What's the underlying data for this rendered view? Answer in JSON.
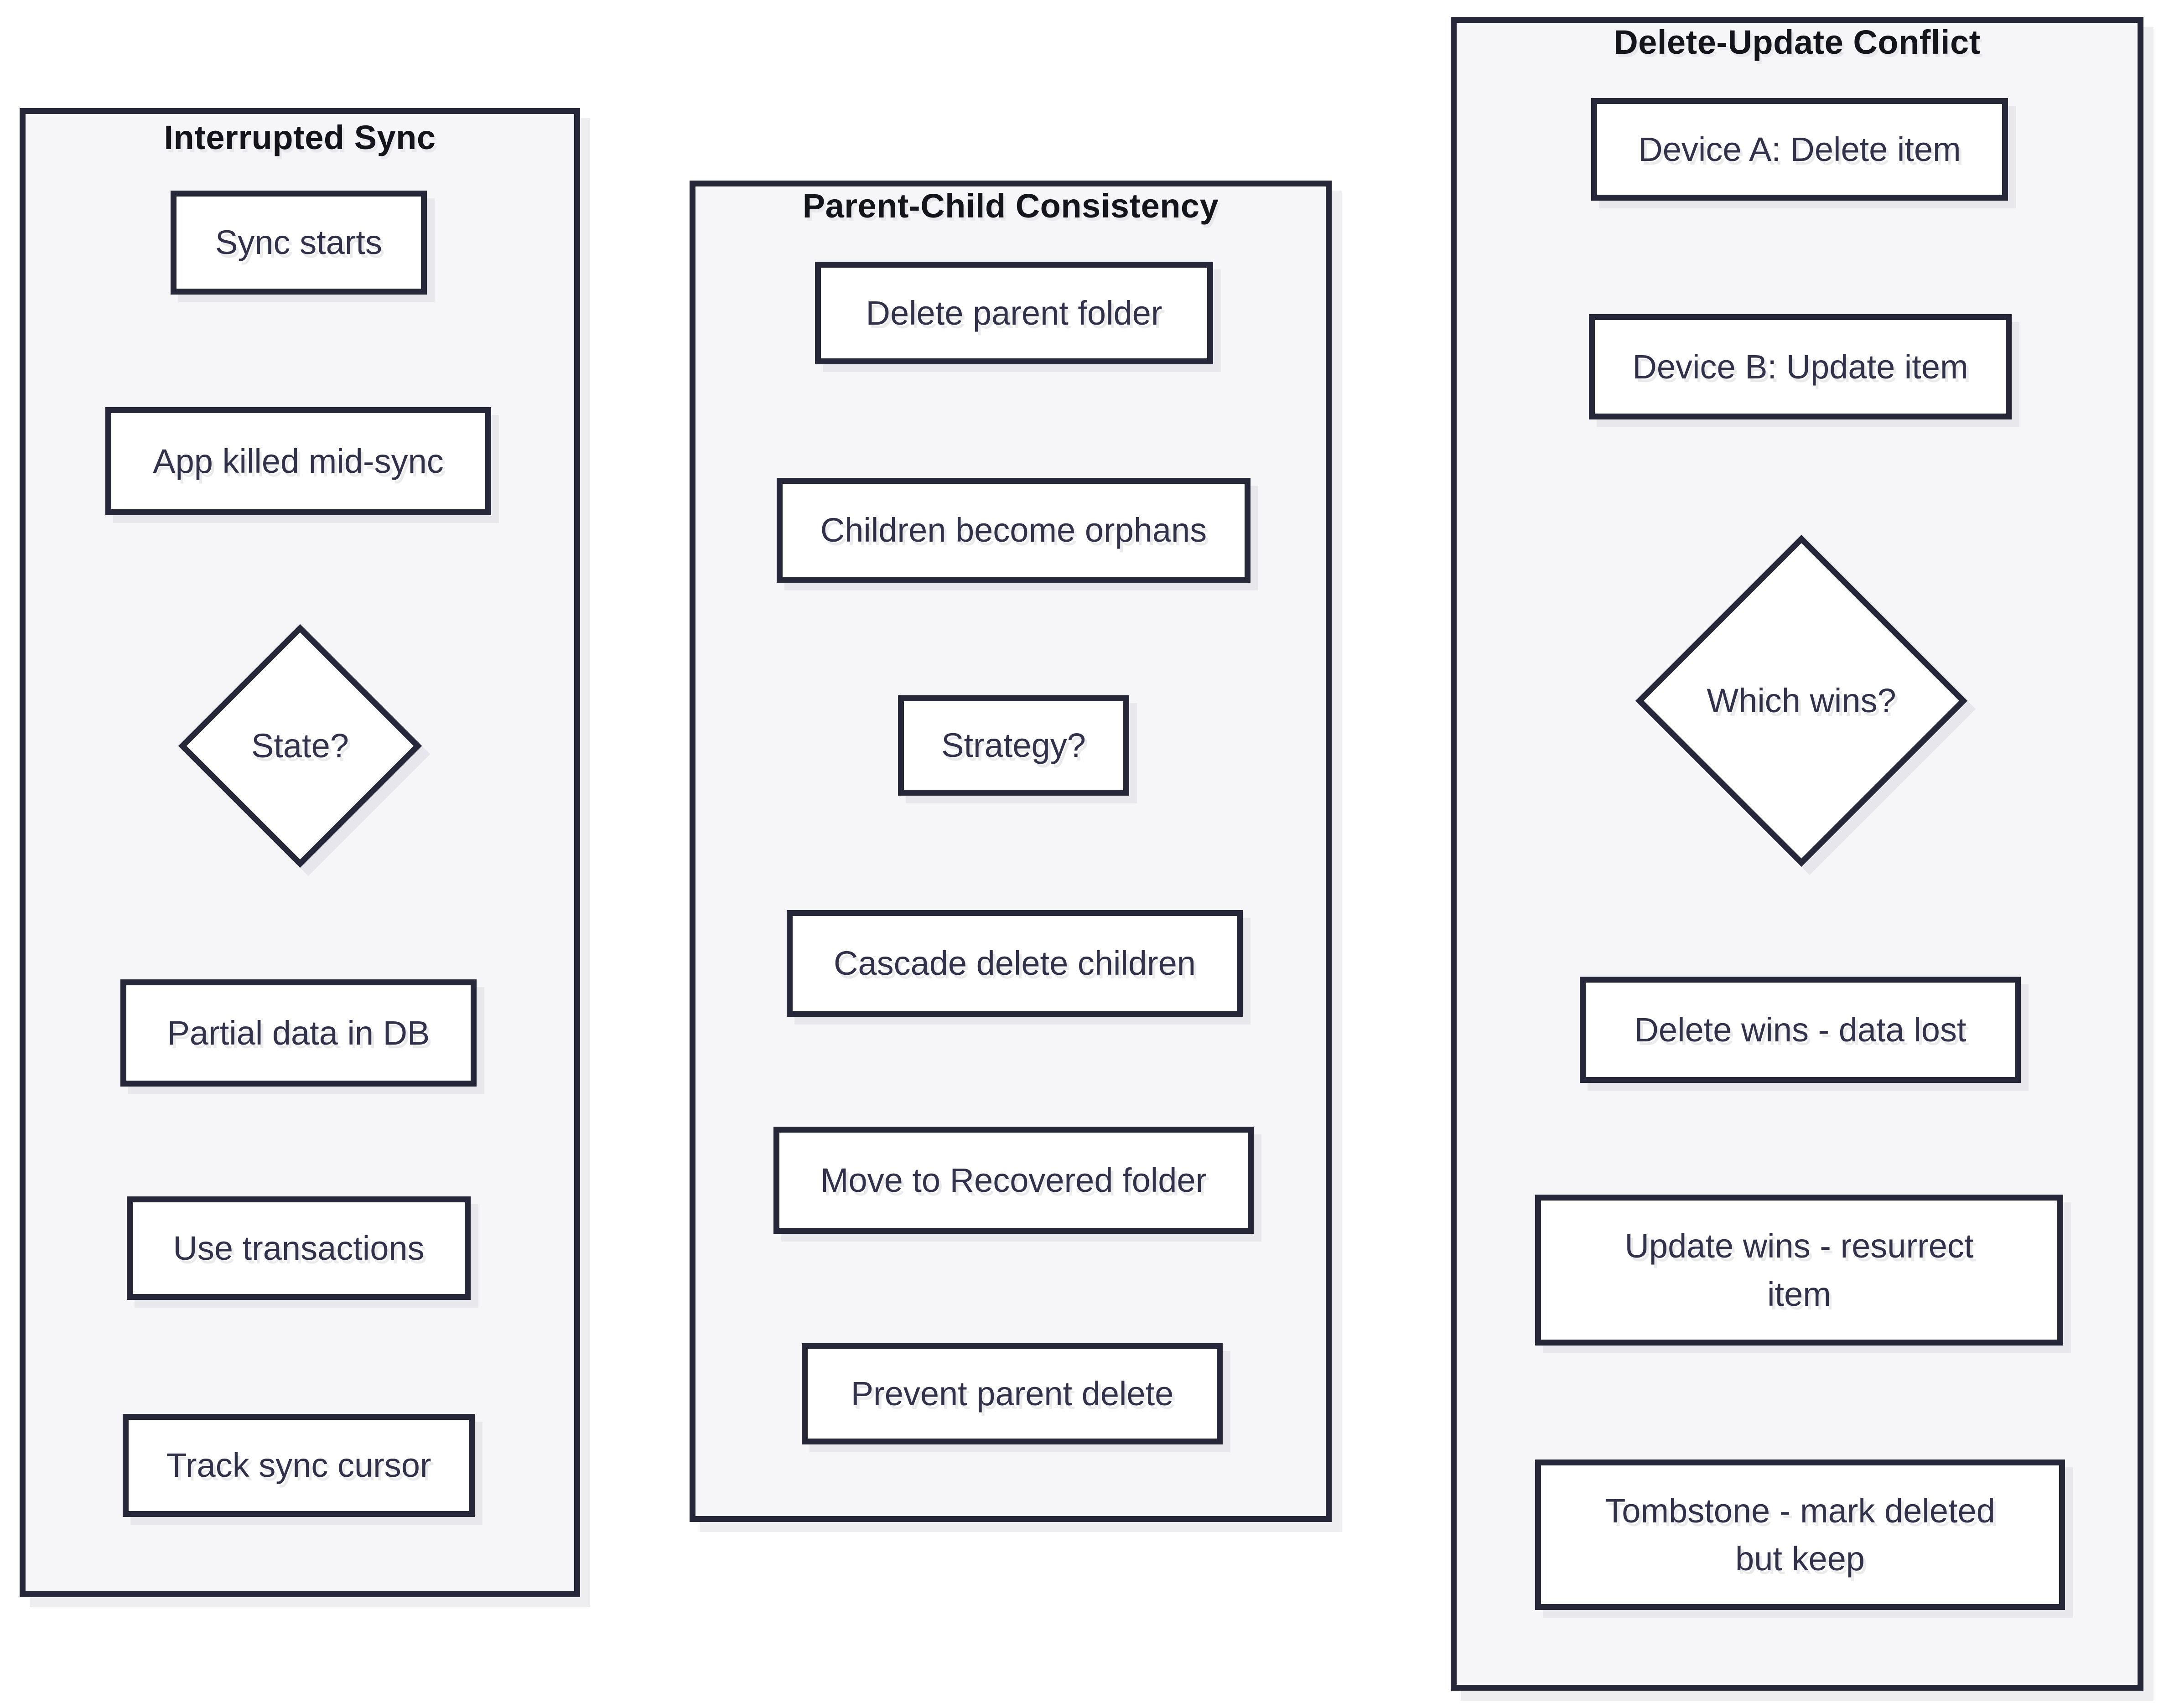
{
  "theme": {
    "page_background": "#ffffff",
    "stroke_color": "#27273a",
    "title_color": "#14141d",
    "label_color": "#31314a",
    "container_fill": "#f6f6f9",
    "node_fill": "#ffffff",
    "node_shadow": "#e8e8ec",
    "container_shadow": "#eeeef1"
  },
  "diagram": {
    "columns": [
      {
        "title": "Interrupted Sync",
        "nodes": [
          {
            "label": "Sync starts",
            "shape": "rect"
          },
          {
            "label": "App killed mid-sync",
            "shape": "rect"
          },
          {
            "label": "State?",
            "shape": "diamond"
          },
          {
            "label": "Partial data in DB",
            "shape": "rect"
          },
          {
            "label": "Use transactions",
            "shape": "rect"
          },
          {
            "label": "Track sync cursor",
            "shape": "rect"
          }
        ]
      },
      {
        "title": "Parent-Child Consistency",
        "nodes": [
          {
            "label": "Delete parent folder",
            "shape": "rect"
          },
          {
            "label": "Children become orphans",
            "shape": "rect"
          },
          {
            "label": "Strategy?",
            "shape": "rect"
          },
          {
            "label": "Cascade delete children",
            "shape": "rect"
          },
          {
            "label": "Move to Recovered folder",
            "shape": "rect"
          },
          {
            "label": "Prevent parent delete",
            "shape": "rect"
          }
        ]
      },
      {
        "title": "Delete-Update Conflict",
        "nodes": [
          {
            "label": "Device A: Delete item",
            "shape": "rect"
          },
          {
            "label": "Device B: Update item",
            "shape": "rect"
          },
          {
            "label": "Which wins?",
            "shape": "diamond"
          },
          {
            "label": "Delete wins - data lost",
            "shape": "rect"
          },
          {
            "label": "Update wins - resurrect\nitem",
            "shape": "rect"
          },
          {
            "label": "Tombstone - mark deleted\nbut keep",
            "shape": "rect"
          }
        ]
      }
    ]
  }
}
